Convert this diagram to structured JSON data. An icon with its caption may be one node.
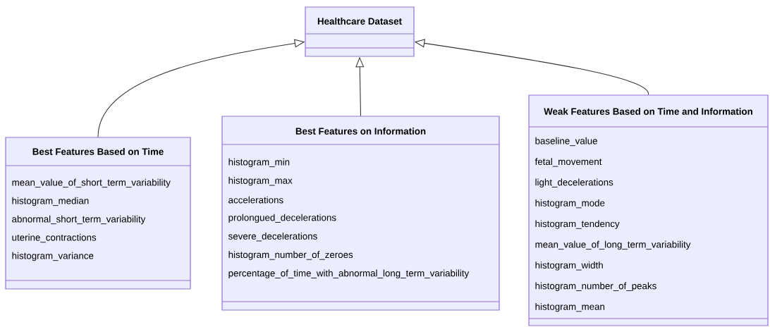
{
  "diagram": {
    "nodes": [
      {
        "text": [
          "Healthcare Dataset"
        ]
      },
      {
        "text": [
          "Best Features Based on Time",
          "mean_value_of_short_term_variability",
          "histogram_median",
          "abnormal_short_term_variability",
          "uterine_contractions",
          "histogram_variance"
        ]
      },
      {
        "text": [
          "Best Features on Information",
          "histogram_min",
          "histogram_max",
          "accelerations",
          "prolongued_decelerations",
          "severe_decelerations",
          "histogram_number_of_zeroes",
          "percentage_of_time_with_abnormal_long_term_variability"
        ]
      },
      {
        "text": [
          "Weak Features Based on Time and Information",
          "baseline_value",
          "fetal_movement",
          "light_decelerations",
          "histogram_mode",
          "histogram_tendency",
          "mean_value_of_long_term_variability",
          "histogram_width",
          "histogram_number_of_peaks",
          "histogram_mean"
        ]
      }
    ],
    "edges": [
      {
        "from": 1,
        "to": 0,
        "arrow": "to"
      },
      {
        "from": 2,
        "to": 0,
        "arrow": "to"
      },
      {
        "from": 3,
        "to": 0,
        "arrow": "to"
      }
    ]
  }
}
